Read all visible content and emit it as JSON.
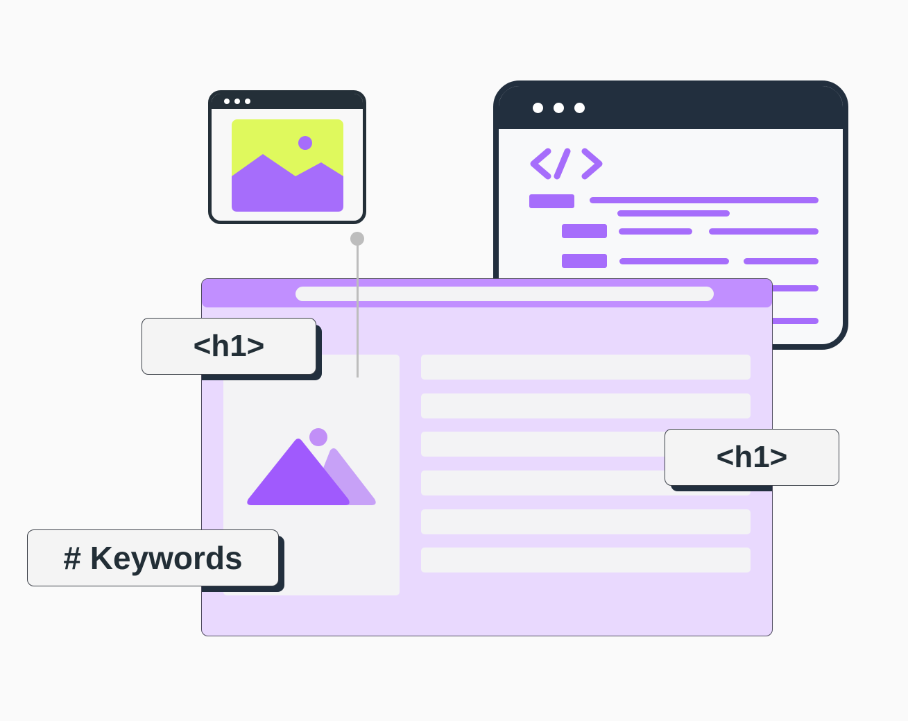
{
  "illustration": {
    "theme": "SEO web page structure",
    "colors": {
      "background": "#fafafa",
      "dark": "#222f3e",
      "purple": "#a66dfb",
      "purple_light": "#c18fff",
      "lavender": "#e9d9fe",
      "lime": "#dff95d",
      "panel": "#f3f3f5",
      "pin": "#bdbdbd"
    }
  },
  "image_window": {
    "dots": 3,
    "icon": "image-icon"
  },
  "code_window": {
    "dots": 3,
    "icon": "code-brackets-icon",
    "code_symbol": "</>"
  },
  "main_window": {
    "url_bar": "",
    "text_rows": 6,
    "image_placeholder_icon": "mountain-image-icon"
  },
  "tags": {
    "h1_left": "<h1>",
    "h1_right": "<h1>",
    "keywords": "# Keywords"
  }
}
